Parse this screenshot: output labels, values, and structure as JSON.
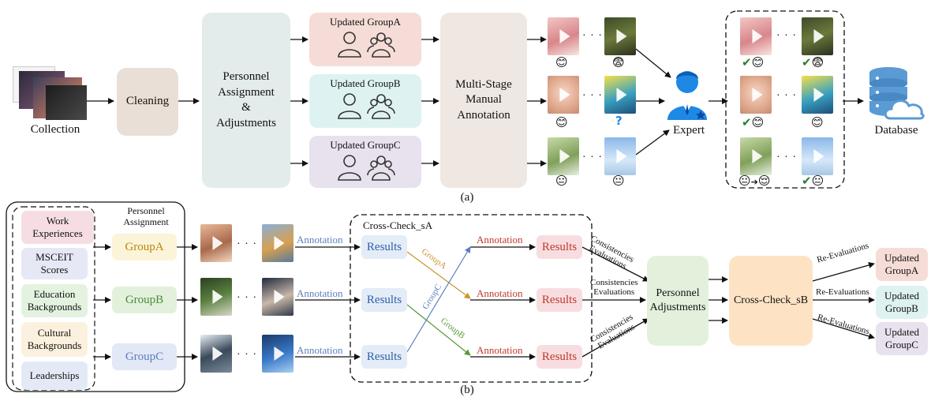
{
  "panel_a": {
    "caption": "(a)",
    "collection": "Collection",
    "cleaning": "Cleaning",
    "personnel": [
      "Personnel",
      "Assignment",
      "&",
      "Adjustments"
    ],
    "groups": [
      "Updated GroupA",
      "Updated GroupB",
      "Updated GroupC"
    ],
    "annotation": [
      "Multi-Stage",
      "Manual",
      "Annotation"
    ],
    "expert": "Expert",
    "database": "Database",
    "question": "?"
  },
  "panel_b": {
    "caption": "(b)",
    "attributes": [
      "Work Experiences",
      "MSCEIT Scores",
      "Education Backgrounds",
      "Cultural Backgrounds",
      "Leaderships"
    ],
    "personnel_assignment": [
      "Personnel",
      "Assignment"
    ],
    "groups": [
      "GroupA",
      "GroupB",
      "GroupC"
    ],
    "annotation_label": "Annotation",
    "results_label": "Results",
    "cross_check_a": "Cross-Check_sA",
    "cross_check_b": "Cross-Check_sB",
    "cross_labels": [
      "GroupA",
      "GroupC",
      "GroupB"
    ],
    "consistencies": [
      "Consistencies",
      "Evaluations"
    ],
    "personnel_adjustments": [
      "Personnel",
      "Adjustments"
    ],
    "re_evaluations": "Re-Evaluations",
    "updated_groups": [
      [
        "Updated",
        "GroupA"
      ],
      [
        "Updated",
        "GroupB"
      ],
      [
        "Updated",
        "GroupC"
      ]
    ]
  },
  "colors": {
    "cleaning": "#eadfd6",
    "personnel": "#e3ecea",
    "groupA": "#f6dcd7",
    "groupB": "#def3f1",
    "groupC": "#e8e1ee",
    "annotation": "#efe8e2",
    "expert": "#1e88e5",
    "database": "#5b9bd5",
    "blue_arrow": "#5b7fbf",
    "orange_arrow": "#c8962c",
    "green_arrow": "#5a9a3a",
    "red_text": "#c0392b"
  }
}
